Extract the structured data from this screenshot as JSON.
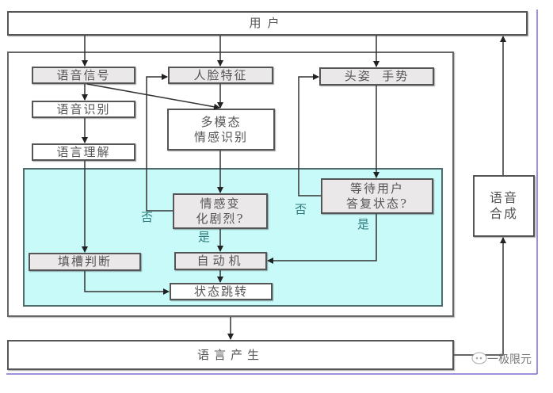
{
  "diagram": {
    "user": "用户",
    "nodes": {
      "speech_signal": "语音信号",
      "face_features": "人脸特征",
      "head_gesture": "头姿  手势",
      "speech_recognition": "语音识别",
      "multimodal_emotion": "多模态\n情感识别",
      "language_understanding": "语言理解",
      "emotion_change": "情感变\n化剧烈?",
      "waiting_reply": "等待用户\n答复状态?",
      "slot_filling": "填槽判断",
      "automaton": "自动机",
      "state_transition": "状态跳转",
      "speech_synthesis": "语音\n合成",
      "language_generation": "语言产生"
    },
    "labels": {
      "no_emotion": "否",
      "yes_emotion": "是",
      "no_waiting": "否",
      "yes_waiting": "是"
    },
    "watermark": "一极限元",
    "colors": {
      "inner_region": "#c8fafa",
      "decision_fill": "#ebe8ea",
      "label_text": "#2f7b7b",
      "frame_accent": "#7b6fd0"
    }
  }
}
